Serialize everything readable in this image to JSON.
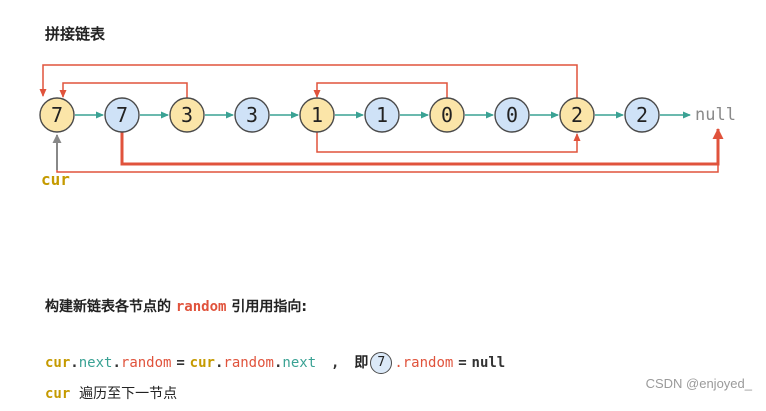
{
  "title": "拼接链表",
  "nodes": [
    {
      "value": "7",
      "kind": "original"
    },
    {
      "value": "7",
      "kind": "copy"
    },
    {
      "value": "3",
      "kind": "original"
    },
    {
      "value": "3",
      "kind": "copy"
    },
    {
      "value": "1",
      "kind": "original"
    },
    {
      "value": "1",
      "kind": "copy"
    },
    {
      "value": "0",
      "kind": "original"
    },
    {
      "value": "0",
      "kind": "copy"
    },
    {
      "value": "2",
      "kind": "original"
    },
    {
      "value": "2",
      "kind": "copy"
    }
  ],
  "null_label": "null",
  "pointer_label": "cur",
  "colors": {
    "original_fill": "#fbe5a8",
    "copy_fill": "#cfe2f7",
    "next_arrow": "#3aa294",
    "random_arrow": "#e0533c",
    "cur_text": "#c59a00",
    "pointer_arrow": "#888888"
  },
  "heading2": {
    "prefix": "构建新链表各节点的",
    "keyword": "random",
    "suffix": "引用用指向:"
  },
  "code_line": {
    "cur": "cur",
    "dot": ".",
    "next": "next",
    "random": "random",
    "equals": "=",
    "cur2": "cur",
    "random2": "random",
    "next2": "next",
    "comma": ",",
    "ji": "即",
    "node_value": "7",
    "random3": ".random",
    "eq2": "=",
    "null": "null"
  },
  "last_line": {
    "cur": "cur",
    "text": "遍历至下一节点"
  },
  "watermark": "CSDN @enjoyed_"
}
